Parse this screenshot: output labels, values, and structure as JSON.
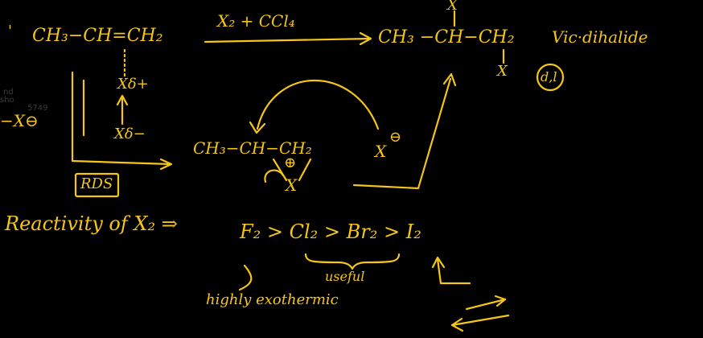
{
  "ink_color": "#f5c518",
  "background_color": "#000000",
  "watermark": {
    "line1": "nd",
    "line2": "sho",
    "line3": "5749"
  },
  "step_marker": "'",
  "reactant": "CH₃−CH=CH₂",
  "reagent": "X₂ + CCl₄",
  "product_top_x": "X",
  "product": "CH₃ −CH−CH₂",
  "product_bottom_x": "X",
  "product_name": "Vic·dihalide",
  "stereo_badge": "d,l",
  "halogen_top": "Xδ+",
  "halogen_bottom": "Xδ−",
  "halide_anion_left": "−X⊖",
  "rds_label": "RDS",
  "intermediate": "CH₃−CH−CH₂",
  "intermediate_charge": "⊕",
  "bridging_x": "X",
  "attacking_anion_charge": "⊖",
  "attacking_anion": "X",
  "reactivity_heading": "Reactivity of X₂ ⇒",
  "reactivity_series": "F₂ > Cl₂ > Br₂ > I₂",
  "useful_label": "useful",
  "exothermic_label": "highly exothermic"
}
